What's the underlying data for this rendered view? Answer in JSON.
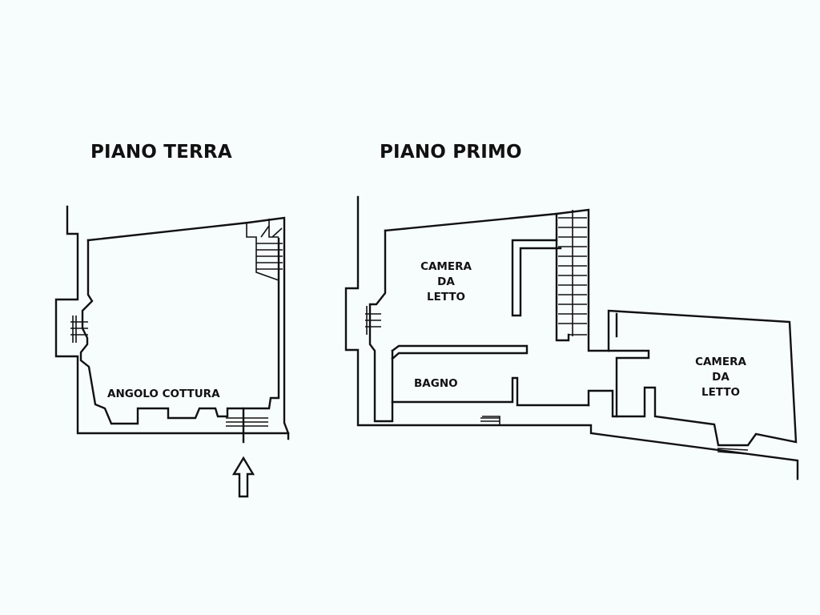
{
  "floors": {
    "ground": {
      "title": "PIANO TERRA",
      "rooms": {
        "kitchen": "ANGOLO COTTURA"
      }
    },
    "first": {
      "title": "PIANO PRIMO",
      "rooms": {
        "bedroom_1": [
          "CAMERA",
          "DA",
          "LETTO"
        ],
        "bathroom": "BAGNO",
        "bedroom_2": [
          "CAMERA",
          "DA",
          "LETTO"
        ]
      }
    }
  }
}
